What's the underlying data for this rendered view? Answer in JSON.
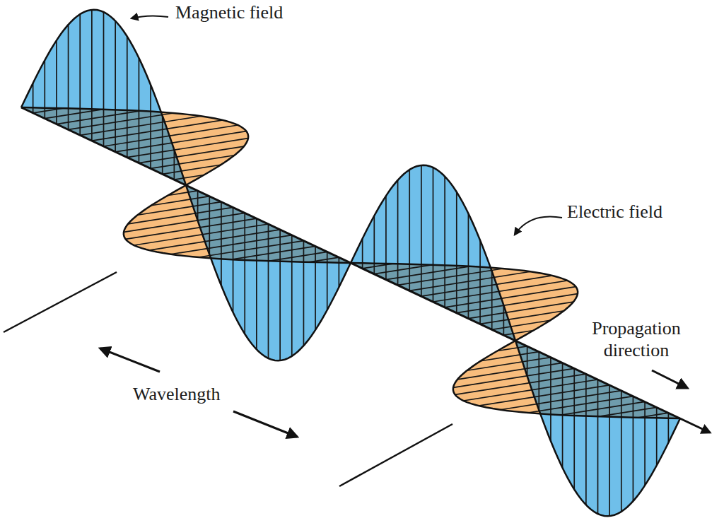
{
  "diagram": {
    "labels": [
      "Magnetic field",
      "Electric field",
      "Wavelength",
      "Propagation direction"
    ]
  }
}
